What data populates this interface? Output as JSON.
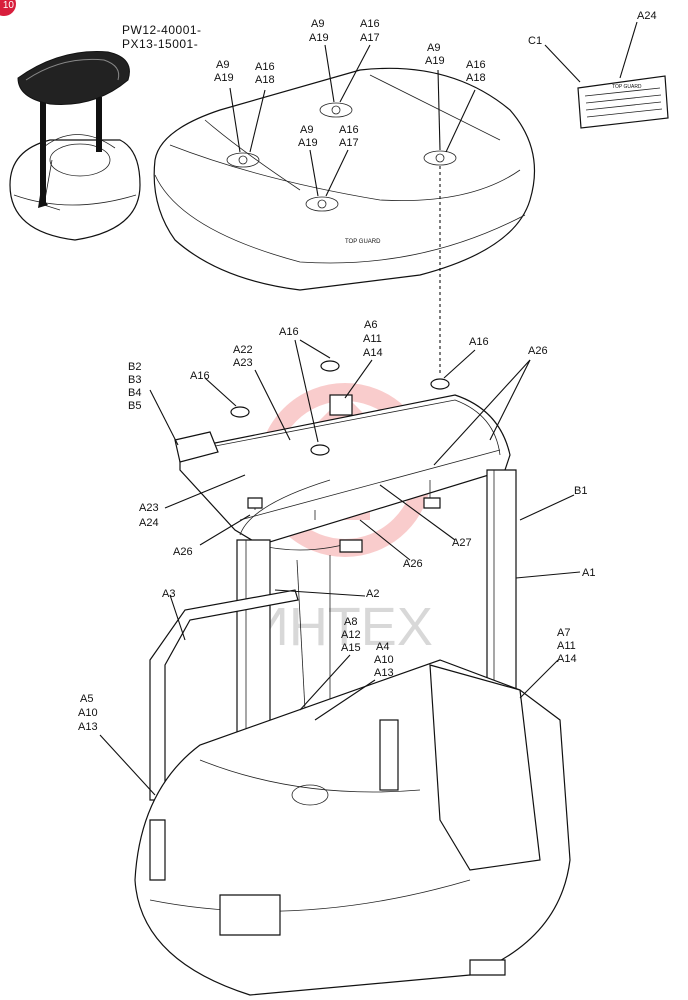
{
  "page_badge": "10",
  "serial_ranges": [
    "PW12-40001-",
    "PX13-15001-"
  ],
  "watermark": "ИНТЕХ",
  "decal": {
    "title": "TOP GUARD"
  },
  "callouts": [
    {
      "id": "a24-top",
      "lines": [
        "A24"
      ]
    },
    {
      "id": "c1",
      "lines": [
        "C1"
      ]
    },
    {
      "id": "a9-a19-left",
      "lines": [
        "A9",
        "A19"
      ]
    },
    {
      "id": "a16-a18-left",
      "lines": [
        "A16",
        "A18"
      ]
    },
    {
      "id": "a9-a19-top",
      "lines": [
        "A9",
        "A19"
      ]
    },
    {
      "id": "a16-a17-top",
      "lines": [
        "A16",
        "A17"
      ]
    },
    {
      "id": "a9-a19-right",
      "lines": [
        "A9",
        "A19"
      ]
    },
    {
      "id": "a16-a18-right",
      "lines": [
        "A16",
        "A18"
      ]
    },
    {
      "id": "a9-a19-mid",
      "lines": [
        "A9",
        "A19"
      ]
    },
    {
      "id": "a16-a17-mid",
      "lines": [
        "A16",
        "A17"
      ]
    },
    {
      "id": "a6-a11-a14",
      "lines": [
        "A6",
        "A11",
        "A14"
      ]
    },
    {
      "id": "a16-upper",
      "lines": [
        "A16"
      ]
    },
    {
      "id": "a22-a23",
      "lines": [
        "A22",
        "A23"
      ]
    },
    {
      "id": "a16-right",
      "lines": [
        "A16"
      ]
    },
    {
      "id": "a26-right",
      "lines": [
        "A26"
      ]
    },
    {
      "id": "b2-b5",
      "lines": [
        "B2",
        "B3",
        "B4",
        "B5"
      ]
    },
    {
      "id": "a16-left",
      "lines": [
        "A16"
      ]
    },
    {
      "id": "b1",
      "lines": [
        "B1"
      ]
    },
    {
      "id": "a23-a24",
      "lines": [
        "A23",
        "A24"
      ]
    },
    {
      "id": "a26-left",
      "lines": [
        "A26"
      ]
    },
    {
      "id": "a27",
      "lines": [
        "A27"
      ]
    },
    {
      "id": "a26-mid",
      "lines": [
        "A26"
      ]
    },
    {
      "id": "a1",
      "lines": [
        "A1"
      ]
    },
    {
      "id": "a2",
      "lines": [
        "A2"
      ]
    },
    {
      "id": "a3",
      "lines": [
        "A3"
      ]
    },
    {
      "id": "a8-a12-a15",
      "lines": [
        "A8",
        "A12",
        "A15"
      ]
    },
    {
      "id": "a4-a10-a13",
      "lines": [
        "A4",
        "A10",
        "A13"
      ]
    },
    {
      "id": "a7-a11-a14",
      "lines": [
        "A7",
        "A11",
        "A14"
      ]
    },
    {
      "id": "a5-a10-a13",
      "lines": [
        "A5",
        "A10",
        "A13"
      ]
    }
  ]
}
